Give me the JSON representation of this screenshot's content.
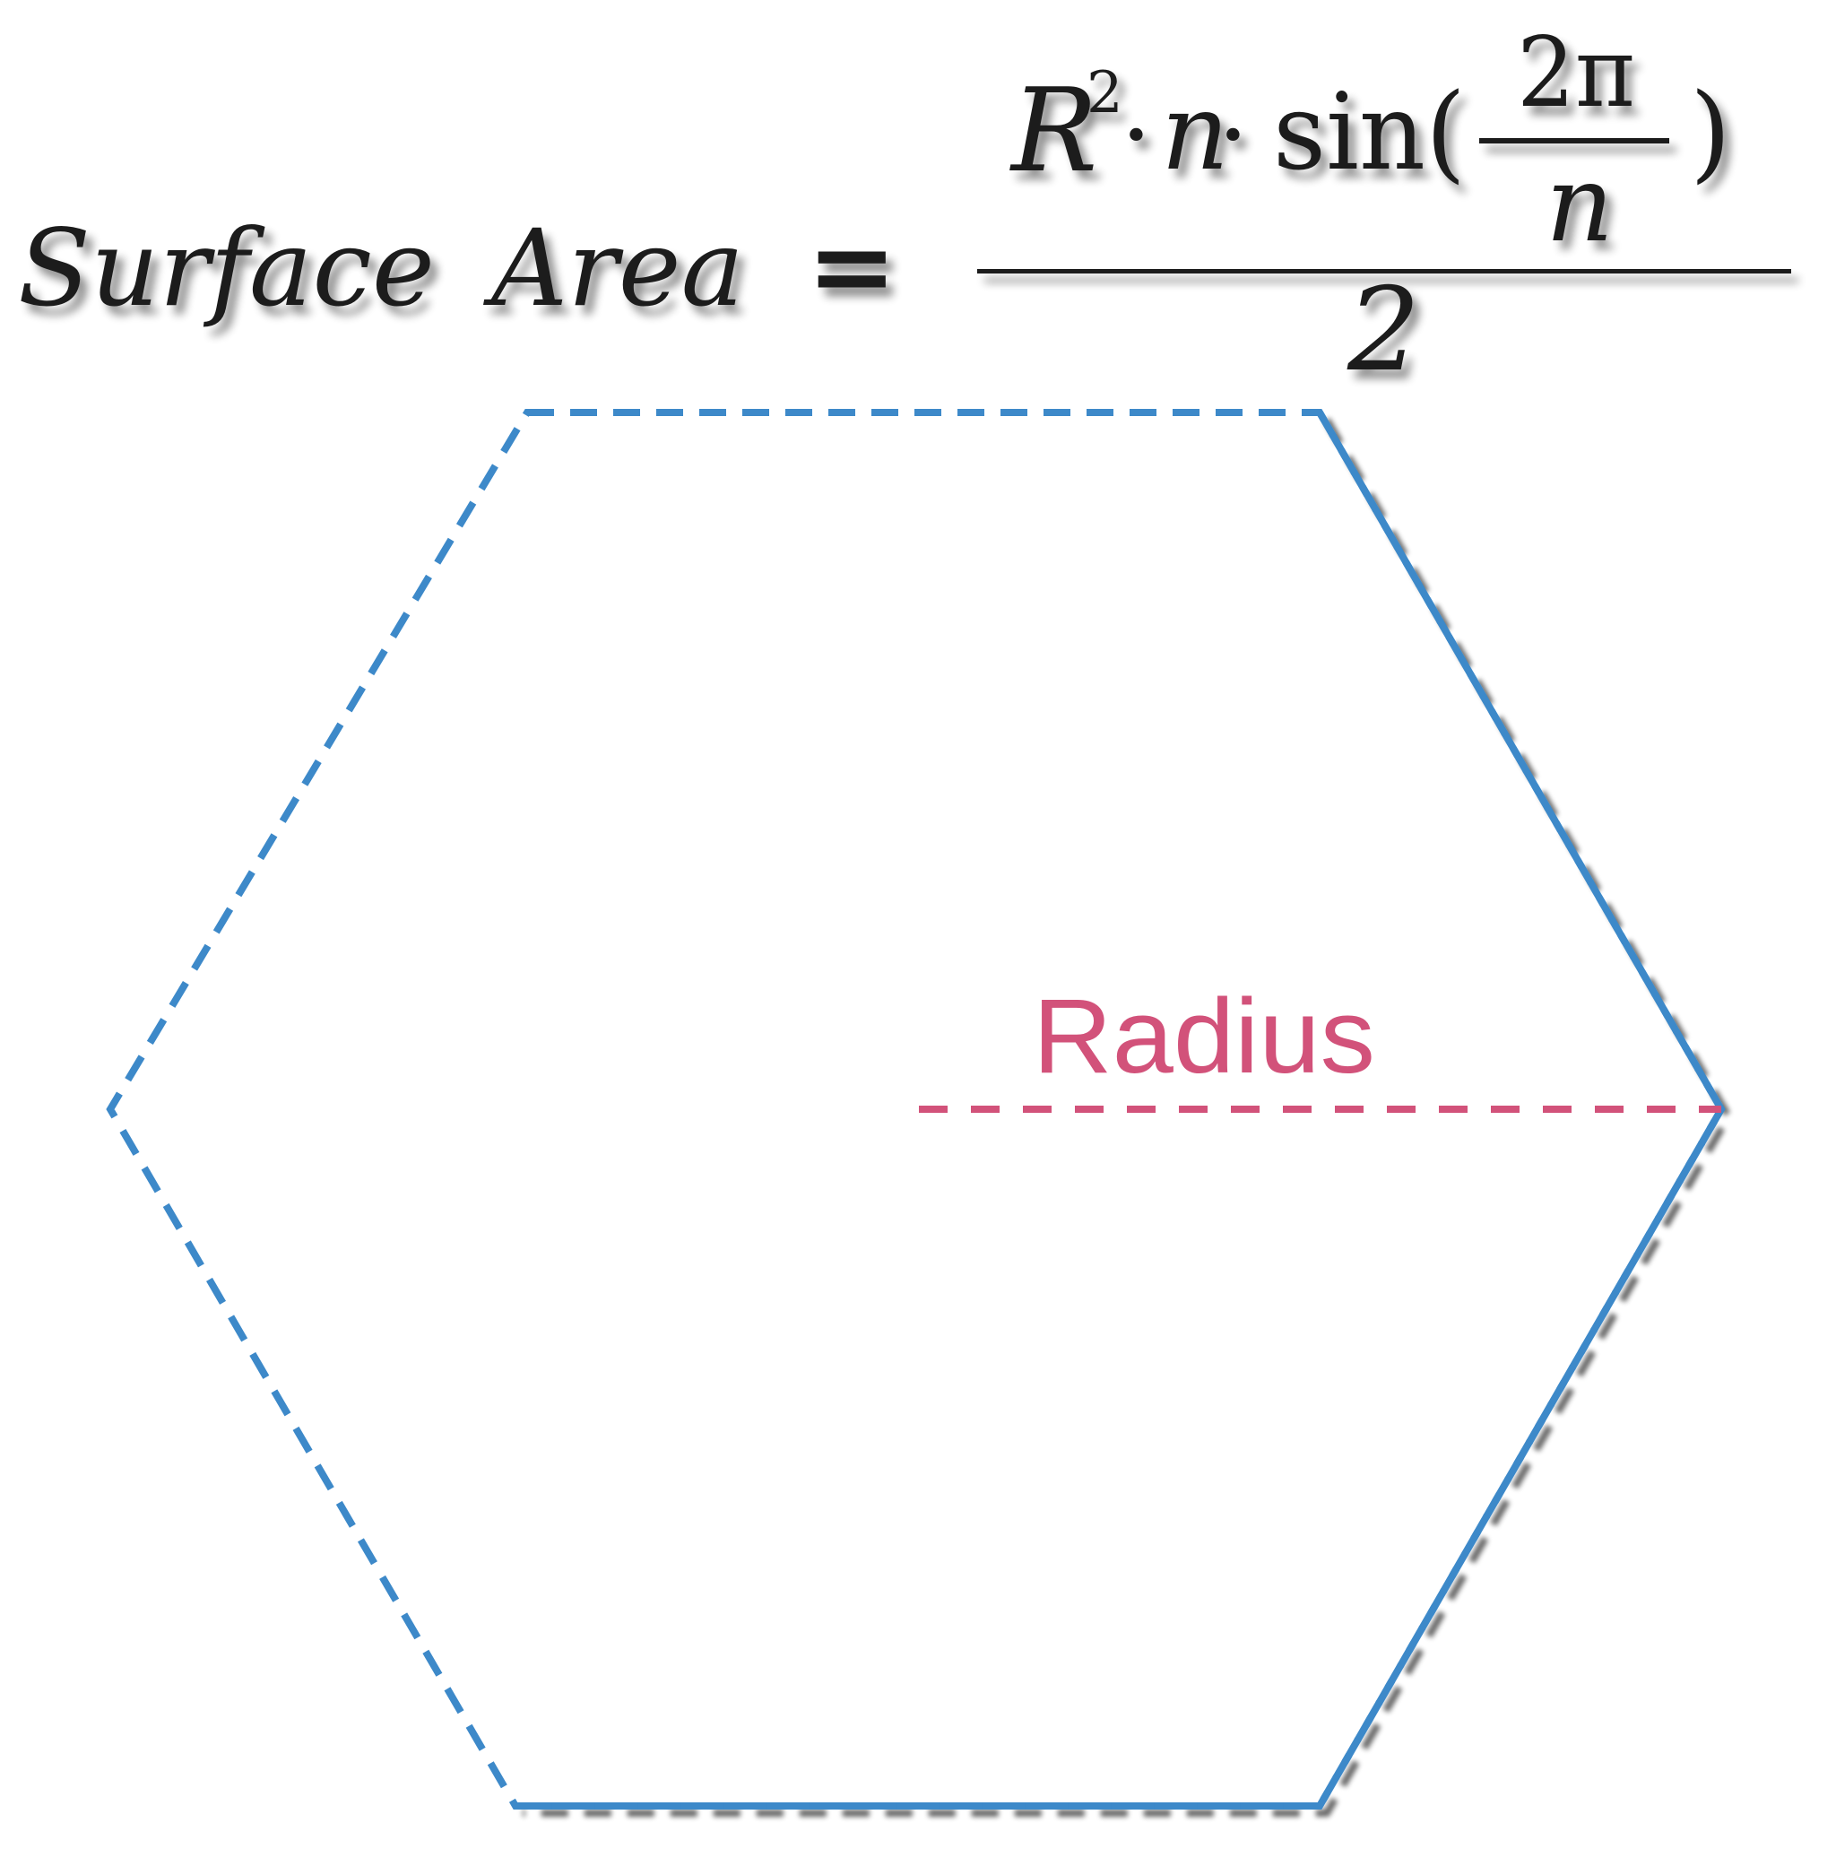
{
  "formula": {
    "lhs_word1": "Surface",
    "lhs_word2": "Area",
    "equals": "=",
    "num_R": "R",
    "num_exp": "2",
    "num_dot1": "·",
    "num_n": "n",
    "num_dot2": "·",
    "num_sin": "sin(",
    "inner_numerator": "2π",
    "inner_denominator": "n",
    "num_close": ")",
    "denominator": "2"
  },
  "diagram": {
    "radius_label": "Radius",
    "hexagon_color": "#3d89c9",
    "radius_color": "#d2527a",
    "shape": "regular-hexagon",
    "line_style": "dashed"
  }
}
